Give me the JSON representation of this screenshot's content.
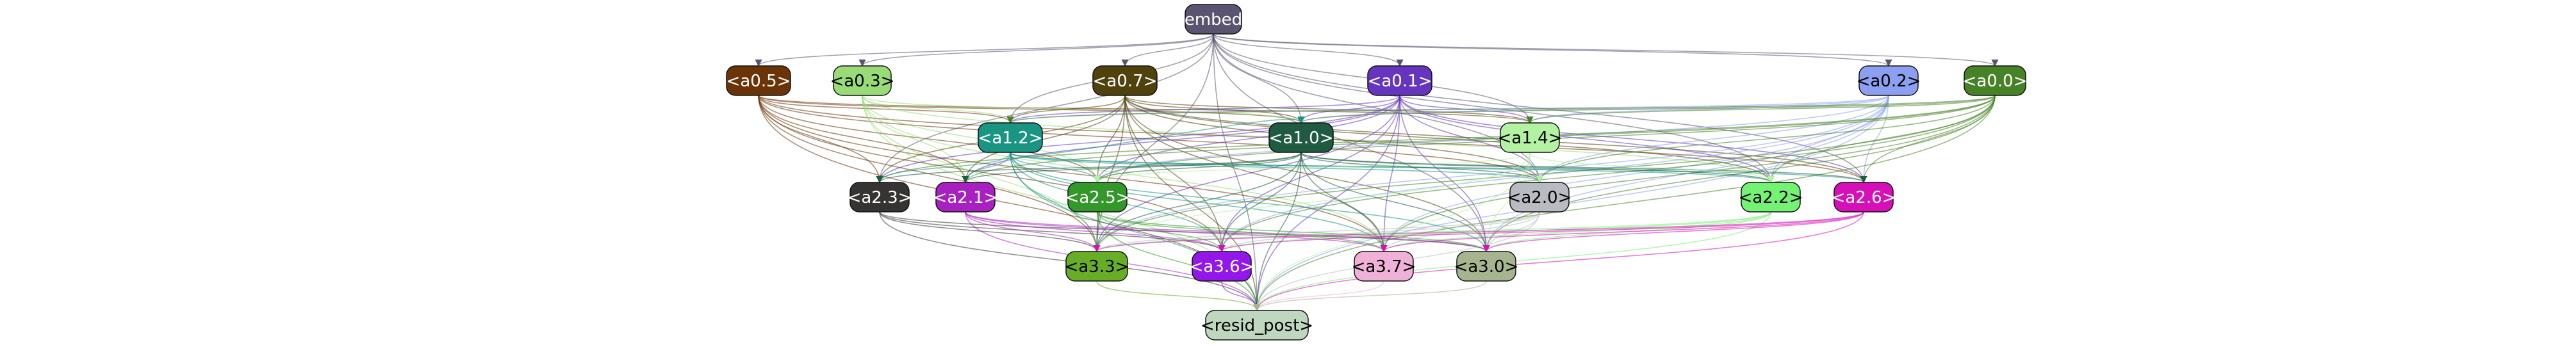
{
  "nodes": [
    {
      "id": "embed",
      "label": "embed",
      "fill": "#5b5470",
      "text": "light"
    },
    {
      "id": "a05",
      "label": "<a0.5>",
      "fill": "#6b3408",
      "text": "light"
    },
    {
      "id": "a03",
      "label": "<a0.3>",
      "fill": "#99dc77",
      "text": "dark"
    },
    {
      "id": "a07",
      "label": "<a0.7>",
      "fill": "#4f420c",
      "text": "light"
    },
    {
      "id": "a01",
      "label": "<a0.1>",
      "fill": "#6535c0",
      "text": "light"
    },
    {
      "id": "a02",
      "label": "<a0.2>",
      "fill": "#8c9ff0",
      "text": "dark"
    },
    {
      "id": "a00",
      "label": "<a0.0>",
      "fill": "#478227",
      "text": "light"
    },
    {
      "id": "a12",
      "label": "<a1.2>",
      "fill": "#1a9483",
      "text": "light"
    },
    {
      "id": "a10",
      "label": "<a1.0>",
      "fill": "#1e5b40",
      "text": "light"
    },
    {
      "id": "a14",
      "label": "<a1.4>",
      "fill": "#b3f2a3",
      "text": "dark"
    },
    {
      "id": "a23",
      "label": "<a2.3>",
      "fill": "#353433",
      "text": "light"
    },
    {
      "id": "a21",
      "label": "<a2.1>",
      "fill": "#a920c0",
      "text": "light"
    },
    {
      "id": "a25",
      "label": "<a2.5>",
      "fill": "#32982a",
      "text": "light"
    },
    {
      "id": "a20",
      "label": "<a2.0>",
      "fill": "#b8bbc1",
      "text": "dark"
    },
    {
      "id": "a22",
      "label": "<a2.2>",
      "fill": "#74f273",
      "text": "dark"
    },
    {
      "id": "a26",
      "label": "<a2.6>",
      "fill": "#d70fb8",
      "text": "light"
    },
    {
      "id": "a33",
      "label": "<a3.3>",
      "fill": "#67ad26",
      "text": "dark"
    },
    {
      "id": "a36",
      "label": "<a3.6>",
      "fill": "#9417ea",
      "text": "light"
    },
    {
      "id": "a37",
      "label": "<a3.7>",
      "fill": "#efb1d7",
      "text": "dark"
    },
    {
      "id": "a30",
      "label": "<a3.0>",
      "fill": "#a6b590",
      "text": "dark"
    },
    {
      "id": "resid",
      "label": "<resid_post>",
      "fill": "#bfd7bf",
      "text": "dark"
    }
  ],
  "edges": [
    {
      "from": "embed",
      "to": "a05",
      "color": "#5b5470"
    },
    {
      "from": "embed",
      "to": "a03",
      "color": "#5b5470"
    },
    {
      "from": "embed",
      "to": "a07",
      "color": "#5b5470"
    },
    {
      "from": "embed",
      "to": "a01",
      "color": "#5b5470"
    },
    {
      "from": "embed",
      "to": "a02",
      "color": "#5b5470"
    },
    {
      "from": "embed",
      "to": "a00",
      "color": "#5b5470"
    },
    {
      "from": "embed",
      "to": "a12",
      "color": "#5b5470"
    },
    {
      "from": "embed",
      "to": "a10",
      "color": "#5b5470"
    },
    {
      "from": "embed",
      "to": "a14",
      "color": "#5b5470"
    },
    {
      "from": "embed",
      "to": "a23",
      "color": "#5b5470"
    },
    {
      "from": "embed",
      "to": "a20",
      "color": "#5b5470"
    },
    {
      "from": "embed",
      "to": "a22",
      "color": "#5b5470"
    },
    {
      "from": "embed",
      "to": "a26",
      "color": "#5b5470"
    },
    {
      "from": "embed",
      "to": "a33",
      "color": "#5b5470"
    },
    {
      "from": "embed",
      "to": "a30",
      "color": "#5b5470"
    },
    {
      "from": "embed",
      "to": "resid",
      "color": "#5b5470"
    },
    {
      "from": "a05",
      "to": "a12",
      "color": "#6b3408"
    },
    {
      "from": "a05",
      "to": "a10",
      "color": "#6b3408"
    },
    {
      "from": "a05",
      "to": "a14",
      "color": "#6b3408"
    },
    {
      "from": "a05",
      "to": "a23",
      "color": "#6b3408"
    },
    {
      "from": "a05",
      "to": "a21",
      "color": "#6b3408"
    },
    {
      "from": "a05",
      "to": "a25",
      "color": "#6b3408"
    },
    {
      "from": "a05",
      "to": "a20",
      "color": "#6b3408"
    },
    {
      "from": "a05",
      "to": "a26",
      "color": "#6b3408"
    },
    {
      "from": "a05",
      "to": "a33",
      "color": "#6b3408"
    },
    {
      "from": "a05",
      "to": "a36",
      "color": "#6b3408"
    },
    {
      "from": "a05",
      "to": "a37",
      "color": "#6b3408"
    },
    {
      "from": "a05",
      "to": "resid",
      "color": "#6b3408"
    },
    {
      "from": "a03",
      "to": "a12",
      "color": "#99dc77"
    },
    {
      "from": "a03",
      "to": "a10",
      "color": "#99dc77"
    },
    {
      "from": "a03",
      "to": "a21",
      "color": "#99dc77"
    },
    {
      "from": "a03",
      "to": "a25",
      "color": "#99dc77"
    },
    {
      "from": "a03",
      "to": "a22",
      "color": "#99dc77"
    },
    {
      "from": "a03",
      "to": "a33",
      "color": "#99dc77"
    },
    {
      "from": "a03",
      "to": "a37",
      "color": "#99dc77"
    },
    {
      "from": "a03",
      "to": "resid",
      "color": "#99dc77"
    },
    {
      "from": "a07",
      "to": "a12",
      "color": "#4f420c"
    },
    {
      "from": "a07",
      "to": "a10",
      "color": "#4f420c"
    },
    {
      "from": "a07",
      "to": "a14",
      "color": "#4f420c"
    },
    {
      "from": "a07",
      "to": "a23",
      "color": "#4f420c"
    },
    {
      "from": "a07",
      "to": "a21",
      "color": "#4f420c"
    },
    {
      "from": "a07",
      "to": "a25",
      "color": "#4f420c"
    },
    {
      "from": "a07",
      "to": "a20",
      "color": "#4f420c"
    },
    {
      "from": "a07",
      "to": "a22",
      "color": "#4f420c"
    },
    {
      "from": "a07",
      "to": "a26",
      "color": "#4f420c"
    },
    {
      "from": "a07",
      "to": "a33",
      "color": "#4f420c"
    },
    {
      "from": "a07",
      "to": "a36",
      "color": "#4f420c"
    },
    {
      "from": "a07",
      "to": "a37",
      "color": "#4f420c"
    },
    {
      "from": "a07",
      "to": "a30",
      "color": "#4f420c"
    },
    {
      "from": "a07",
      "to": "resid",
      "color": "#4f420c"
    },
    {
      "from": "a01",
      "to": "a12",
      "color": "#6535c0"
    },
    {
      "from": "a01",
      "to": "a10",
      "color": "#6535c0"
    },
    {
      "from": "a01",
      "to": "a14",
      "color": "#6535c0"
    },
    {
      "from": "a01",
      "to": "a23",
      "color": "#6535c0"
    },
    {
      "from": "a01",
      "to": "a21",
      "color": "#6535c0"
    },
    {
      "from": "a01",
      "to": "a25",
      "color": "#6535c0"
    },
    {
      "from": "a01",
      "to": "a20",
      "color": "#6535c0"
    },
    {
      "from": "a01",
      "to": "a22",
      "color": "#6535c0"
    },
    {
      "from": "a01",
      "to": "a26",
      "color": "#6535c0"
    },
    {
      "from": "a01",
      "to": "a33",
      "color": "#6535c0"
    },
    {
      "from": "a01",
      "to": "a36",
      "color": "#6535c0"
    },
    {
      "from": "a01",
      "to": "a37",
      "color": "#6535c0"
    },
    {
      "from": "a01",
      "to": "a30",
      "color": "#6535c0"
    },
    {
      "from": "a01",
      "to": "resid",
      "color": "#6535c0"
    },
    {
      "from": "a02",
      "to": "a12",
      "color": "#8c9ff0"
    },
    {
      "from": "a02",
      "to": "a10",
      "color": "#8c9ff0"
    },
    {
      "from": "a02",
      "to": "a14",
      "color": "#8c9ff0"
    },
    {
      "from": "a02",
      "to": "a25",
      "color": "#8c9ff0"
    },
    {
      "from": "a02",
      "to": "a20",
      "color": "#8c9ff0"
    },
    {
      "from": "a02",
      "to": "a22",
      "color": "#8c9ff0"
    },
    {
      "from": "a02",
      "to": "a26",
      "color": "#8c9ff0"
    },
    {
      "from": "a02",
      "to": "a33",
      "color": "#8c9ff0"
    },
    {
      "from": "a02",
      "to": "a36",
      "color": "#8c9ff0"
    },
    {
      "from": "a02",
      "to": "a37",
      "color": "#8c9ff0"
    },
    {
      "from": "a02",
      "to": "a30",
      "color": "#8c9ff0"
    },
    {
      "from": "a02",
      "to": "resid",
      "color": "#8c9ff0"
    },
    {
      "from": "a00",
      "to": "a12",
      "color": "#478227"
    },
    {
      "from": "a00",
      "to": "a10",
      "color": "#478227"
    },
    {
      "from": "a00",
      "to": "a14",
      "color": "#478227"
    },
    {
      "from": "a00",
      "to": "a23",
      "color": "#478227"
    },
    {
      "from": "a00",
      "to": "a21",
      "color": "#478227"
    },
    {
      "from": "a00",
      "to": "a25",
      "color": "#478227"
    },
    {
      "from": "a00",
      "to": "a20",
      "color": "#478227"
    },
    {
      "from": "a00",
      "to": "a22",
      "color": "#478227"
    },
    {
      "from": "a00",
      "to": "a26",
      "color": "#478227"
    },
    {
      "from": "a00",
      "to": "a33",
      "color": "#478227"
    },
    {
      "from": "a00",
      "to": "a36",
      "color": "#478227"
    },
    {
      "from": "a00",
      "to": "a37",
      "color": "#478227"
    },
    {
      "from": "a00",
      "to": "a30",
      "color": "#478227"
    },
    {
      "from": "a00",
      "to": "resid",
      "color": "#478227"
    },
    {
      "from": "a12",
      "to": "a10",
      "color": "#1a9483"
    },
    {
      "from": "a12",
      "to": "a23",
      "color": "#1a9483"
    },
    {
      "from": "a12",
      "to": "a21",
      "color": "#1a9483"
    },
    {
      "from": "a12",
      "to": "a25",
      "color": "#1a9483"
    },
    {
      "from": "a12",
      "to": "a20",
      "color": "#1a9483"
    },
    {
      "from": "a12",
      "to": "a22",
      "color": "#1a9483"
    },
    {
      "from": "a12",
      "to": "a26",
      "color": "#1a9483"
    },
    {
      "from": "a12",
      "to": "a33",
      "color": "#1a9483"
    },
    {
      "from": "a12",
      "to": "a36",
      "color": "#1a9483"
    },
    {
      "from": "a12",
      "to": "a37",
      "color": "#1a9483"
    },
    {
      "from": "a12",
      "to": "a30",
      "color": "#1a9483"
    },
    {
      "from": "a12",
      "to": "resid",
      "color": "#1a9483"
    },
    {
      "from": "a10",
      "to": "a23",
      "color": "#1e5b40"
    },
    {
      "from": "a10",
      "to": "a21",
      "color": "#1e5b40"
    },
    {
      "from": "a10",
      "to": "a25",
      "color": "#1e5b40"
    },
    {
      "from": "a10",
      "to": "a20",
      "color": "#1e5b40"
    },
    {
      "from": "a10",
      "to": "a22",
      "color": "#1e5b40"
    },
    {
      "from": "a10",
      "to": "a26",
      "color": "#1e5b40"
    },
    {
      "from": "a10",
      "to": "a33",
      "color": "#1e5b40"
    },
    {
      "from": "a10",
      "to": "a36",
      "color": "#1e5b40"
    },
    {
      "from": "a10",
      "to": "a37",
      "color": "#1e5b40"
    },
    {
      "from": "a10",
      "to": "a30",
      "color": "#1e5b40"
    },
    {
      "from": "a10",
      "to": "resid",
      "color": "#1e5b40"
    },
    {
      "from": "a14",
      "to": "a25",
      "color": "#b3f2a3"
    },
    {
      "from": "a14",
      "to": "a20",
      "color": "#b3f2a3"
    },
    {
      "from": "a14",
      "to": "a22",
      "color": "#b3f2a3"
    },
    {
      "from": "a14",
      "to": "a33",
      "color": "#b3f2a3"
    },
    {
      "from": "a14",
      "to": "a30",
      "color": "#b3f2a3"
    },
    {
      "from": "a14",
      "to": "resid",
      "color": "#b3f2a3"
    },
    {
      "from": "a23",
      "to": "a33",
      "color": "#353433"
    },
    {
      "from": "a23",
      "to": "a36",
      "color": "#353433"
    },
    {
      "from": "a23",
      "to": "a30",
      "color": "#353433"
    },
    {
      "from": "a23",
      "to": "resid",
      "color": "#353433"
    },
    {
      "from": "a21",
      "to": "a33",
      "color": "#a920c0"
    },
    {
      "from": "a21",
      "to": "a36",
      "color": "#a920c0"
    },
    {
      "from": "a21",
      "to": "a37",
      "color": "#a920c0"
    },
    {
      "from": "a21",
      "to": "a30",
      "color": "#a920c0"
    },
    {
      "from": "a21",
      "to": "resid",
      "color": "#a920c0"
    },
    {
      "from": "a25",
      "to": "a33",
      "color": "#32982a"
    },
    {
      "from": "a25",
      "to": "a36",
      "color": "#32982a"
    },
    {
      "from": "a25",
      "to": "a37",
      "color": "#32982a"
    },
    {
      "from": "a25",
      "to": "a30",
      "color": "#32982a"
    },
    {
      "from": "a25",
      "to": "resid",
      "color": "#32982a"
    },
    {
      "from": "a20",
      "to": "a33",
      "color": "#b8bbc1"
    },
    {
      "from": "a20",
      "to": "a36",
      "color": "#b8bbc1"
    },
    {
      "from": "a20",
      "to": "a37",
      "color": "#b8bbc1"
    },
    {
      "from": "a20",
      "to": "a30",
      "color": "#b8bbc1"
    },
    {
      "from": "a20",
      "to": "resid",
      "color": "#b8bbc1"
    },
    {
      "from": "a22",
      "to": "a33",
      "color": "#74f273"
    },
    {
      "from": "a22",
      "to": "a36",
      "color": "#74f273"
    },
    {
      "from": "a22",
      "to": "a37",
      "color": "#74f273"
    },
    {
      "from": "a22",
      "to": "a30",
      "color": "#74f273"
    },
    {
      "from": "a22",
      "to": "resid",
      "color": "#74f273"
    },
    {
      "from": "a26",
      "to": "a33",
      "color": "#d70fb8"
    },
    {
      "from": "a26",
      "to": "a36",
      "color": "#d70fb8"
    },
    {
      "from": "a26",
      "to": "a37",
      "color": "#d70fb8"
    },
    {
      "from": "a26",
      "to": "a30",
      "color": "#d70fb8"
    },
    {
      "from": "a26",
      "to": "resid",
      "color": "#d70fb8"
    },
    {
      "from": "a33",
      "to": "resid",
      "color": "#67ad26"
    },
    {
      "from": "a36",
      "to": "resid",
      "color": "#9417ea"
    },
    {
      "from": "a37",
      "to": "resid",
      "color": "#efb1d7"
    },
    {
      "from": "a30",
      "to": "resid",
      "color": "#a6b590"
    }
  ]
}
